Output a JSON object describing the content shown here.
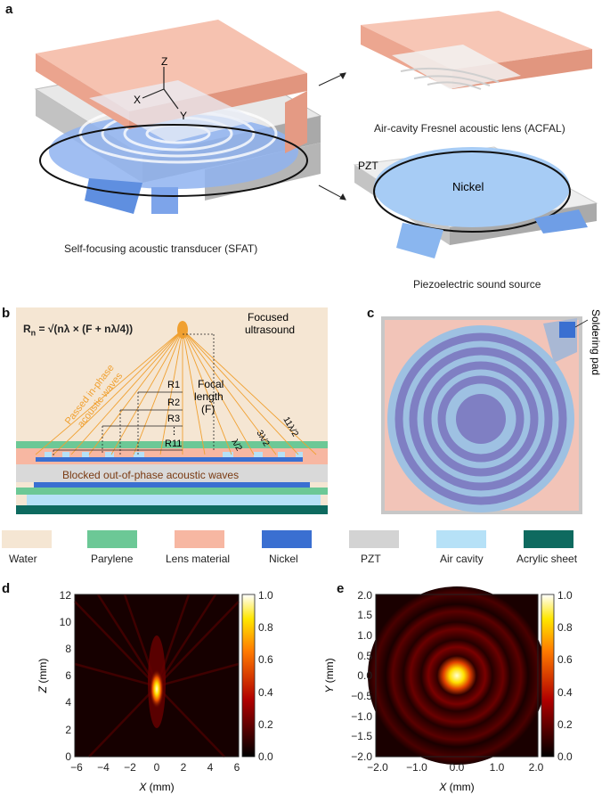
{
  "panels": {
    "a": {
      "label": "a",
      "axes": {
        "z": "Z",
        "x": "X",
        "y": "Y"
      },
      "captions": {
        "sfat": "Self-focusing acoustic transducer (SFAT)",
        "acfal": "Air-cavity Fresnel acoustic lens (ACFAL)",
        "source": "Piezoelectric sound source"
      },
      "labels": {
        "pzt": "PZT",
        "nickel": "Nickel"
      }
    },
    "b": {
      "label": "b",
      "formula": "R",
      "formula_sub": "n",
      "formula_rhs": " = √(nλ × (F + nλ/4))",
      "focused": "Focused",
      "ultrasound": "ultrasound",
      "focal_line1": "Focal",
      "focal_line2": "length",
      "focal_line3": "(F)",
      "passed_line1": "Passed in-phase",
      "passed_line2": "acoustic waves",
      "blocked": "Blocked out-of-phase acoustic waves",
      "radii": [
        "R1",
        "R2",
        "R3",
        "⋮",
        "R11"
      ],
      "lam": [
        "λ/2",
        "3λ/2",
        "11λ/2"
      ]
    },
    "c": {
      "label": "c",
      "pad": "Soldering pad"
    },
    "legend": [
      {
        "label": "Water",
        "color": "#f5e6d3"
      },
      {
        "label": "Parylene",
        "color": "#6cc896"
      },
      {
        "label": "Lens material",
        "color": "#f7b7a2"
      },
      {
        "label": "Nickel",
        "color": "#3a6fd1"
      },
      {
        "label": "PZT",
        "color": "#d3d3d3"
      },
      {
        "label": "Air cavity",
        "color": "#b6e1f7"
      },
      {
        "label": "Acrylic sheet",
        "color": "#0e6a5f"
      }
    ],
    "d": {
      "label": "d",
      "xlabel_var": "X",
      "xlabel_unit": " (mm)",
      "ylabel_var": "Z",
      "ylabel_unit": " (mm)",
      "xticks": [
        "−6",
        "−4",
        "−2",
        "0",
        "2",
        "4",
        "6"
      ],
      "yticks": [
        "0",
        "2",
        "4",
        "6",
        "8",
        "10",
        "12"
      ],
      "cbar": [
        "0.0",
        "0.2",
        "0.4",
        "0.6",
        "0.8",
        "1.0"
      ]
    },
    "e": {
      "label": "e",
      "xlabel_var": "X",
      "xlabel_unit": " (mm)",
      "ylabel_var": "Y",
      "ylabel_unit": " (mm)",
      "xticks": [
        "−2.0",
        "−1.0",
        "0.0",
        "1.0",
        "2.0"
      ],
      "yticks": [
        "−2.0",
        "−1.5",
        "−1.0",
        "−0.5",
        "0.0",
        "0.5",
        "1.0",
        "1.5",
        "2.0"
      ],
      "cbar": [
        "0.0",
        "0.2",
        "0.4",
        "0.6",
        "0.8",
        "1.0"
      ]
    }
  },
  "chart_data": [
    {
      "type": "heatmap",
      "xlabel": "X (mm)",
      "ylabel": "Z (mm)",
      "xlim": [
        -6,
        6
      ],
      "ylim": [
        0,
        12
      ],
      "colorbar_range": [
        0,
        1
      ],
      "peak": {
        "x": 0,
        "z": 5,
        "value": 1.0
      }
    },
    {
      "type": "heatmap",
      "xlabel": "X (mm)",
      "ylabel": "Y (mm)",
      "xlim": [
        -2,
        2
      ],
      "ylim": [
        -2,
        2
      ],
      "colorbar_range": [
        0,
        1
      ],
      "peak": {
        "x": 0,
        "y": 0,
        "value": 1.0
      }
    }
  ]
}
